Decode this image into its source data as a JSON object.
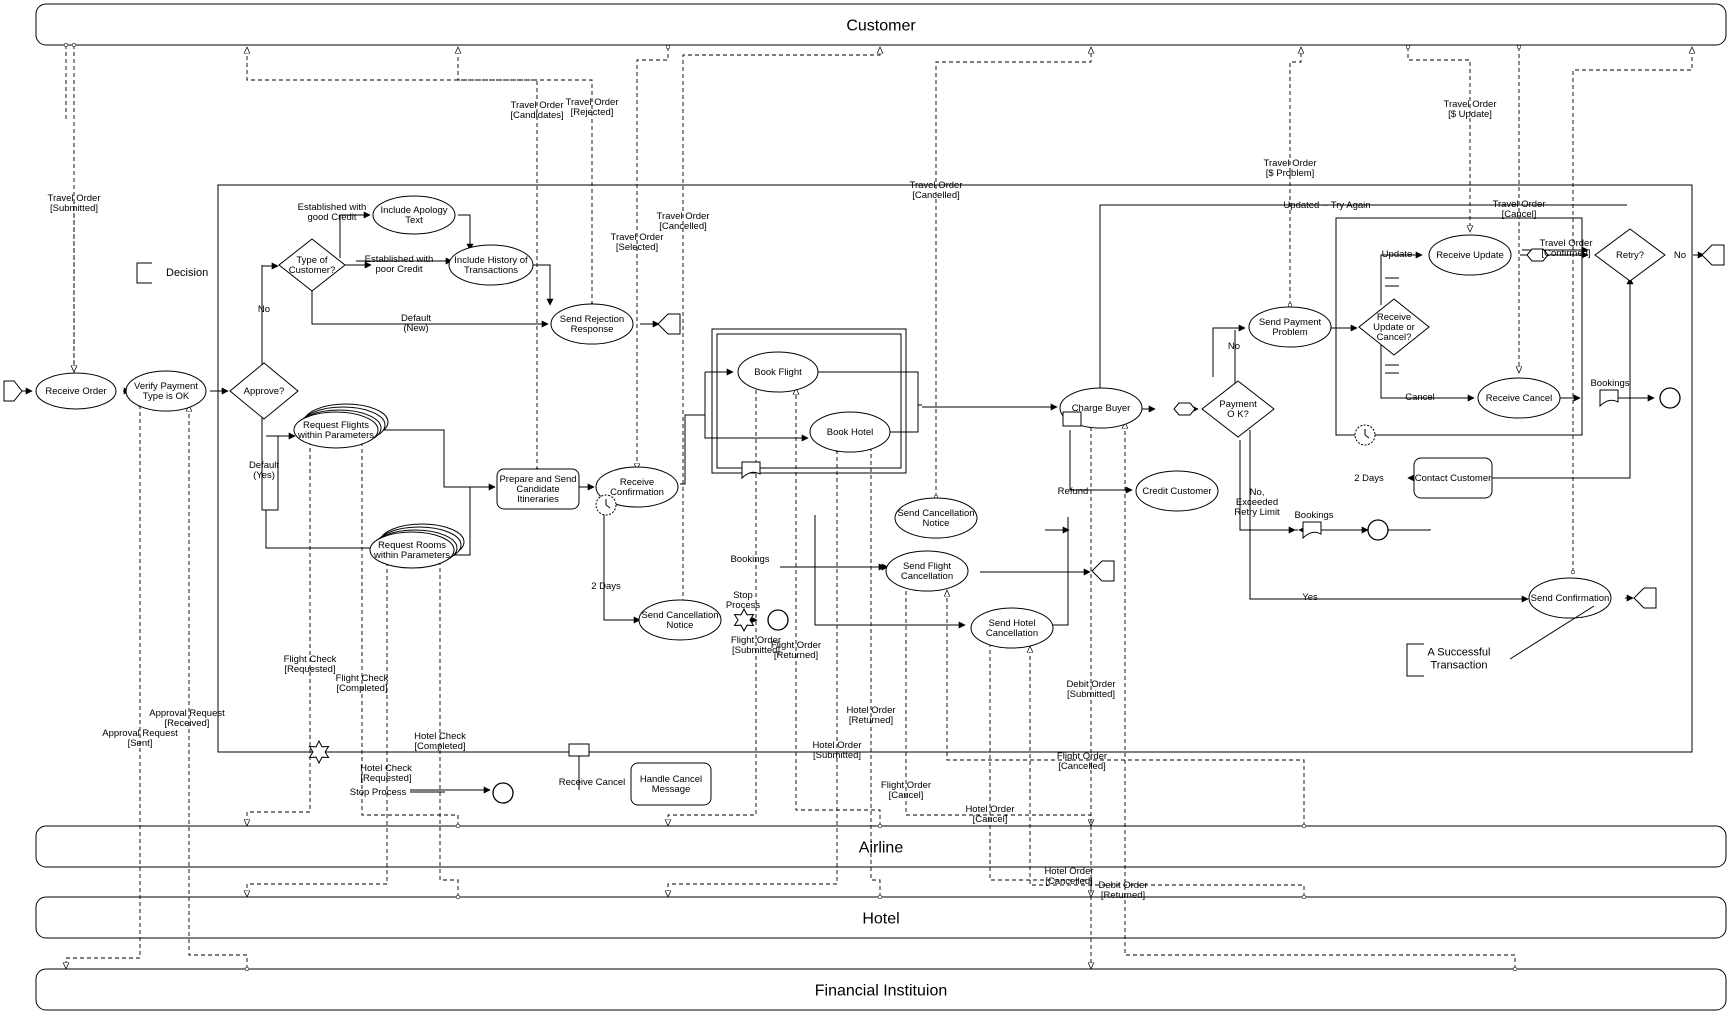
{
  "pools": {
    "customer": "Customer",
    "airline": "Airline",
    "hotel": "Hotel",
    "financial": "Financial Instituion"
  },
  "tasks": {
    "receive_order": [
      "Receive Order"
    ],
    "verify_payment": [
      "Verify Payment",
      "Type is OK"
    ],
    "include_apology": [
      "Include Apology",
      "Text"
    ],
    "include_history": [
      "Include History of",
      "Transactions"
    ],
    "send_rejection": [
      "Send Rejection",
      "Response"
    ],
    "request_flights": [
      "Request Flights",
      "within Parameters"
    ],
    "request_rooms": [
      "Request Rooms",
      "within Parameters"
    ],
    "prepare_send": [
      "Prepare and Send",
      "Candidate",
      "Itineraries"
    ],
    "receive_confirmation": [
      "Receive",
      "Confirmation"
    ],
    "send_cancellation_notice_1": [
      "Send Cancellation",
      "Notice"
    ],
    "book_flight": [
      "Book Flight"
    ],
    "book_hotel": [
      "Book Hotel"
    ],
    "send_cancellation_notice_2": [
      "Send Cancellation",
      "Notice"
    ],
    "send_flight_cancellation": [
      "Send Flight",
      "Cancellation"
    ],
    "send_hotel_cancellation": [
      "Send Hotel",
      "Cancellation"
    ],
    "charge_buyer": [
      "Charge Buyer"
    ],
    "credit_customer": [
      "Credit Customer"
    ],
    "send_payment_problem": [
      "Send Payment",
      "Problem"
    ],
    "receive_update": [
      "Receive Update"
    ],
    "receive_cancel": [
      "Receive Cancel"
    ],
    "contact_customer": [
      "Contact Customer"
    ],
    "send_confirmation": [
      "Send Confirmation"
    ],
    "handle_cancel": [
      "Handle Cancel",
      "Message"
    ]
  },
  "gateways": {
    "type_of_customer": [
      "Type of",
      "Customer?"
    ],
    "approve": [
      "Approve?"
    ],
    "payment_ok": [
      "Payment",
      "O K?"
    ],
    "receive_update_or_cancel": [
      "Receive",
      "Update or",
      "Cancel?"
    ],
    "retry": [
      "Retry?"
    ]
  },
  "labels": {
    "travel_order_submitted": [
      "Travel Order",
      "[Submitted]"
    ],
    "travel_order_candidates": [
      "Travel Order",
      "[Candidates]"
    ],
    "travel_order_rejected": [
      "Travel Order",
      "[Rejected]"
    ],
    "travel_order_selected": [
      "Travel Order",
      "[Selected]"
    ],
    "travel_order_cancelled_1": [
      "Travel Order",
      "[Cancelled]"
    ],
    "travel_order_cancelled_2": [
      "Travel Order",
      "[Cancelled]"
    ],
    "travel_order_problem": [
      "Travel Order",
      "[$ Problem]"
    ],
    "travel_order_update": [
      "Travel Order",
      "[$ Update]"
    ],
    "travel_order_cancel": [
      "Travel Order",
      "[Cancel]"
    ],
    "travel_order_confirmed": [
      "Travel Order",
      "[Confirmed]"
    ],
    "established_good": [
      "Established with",
      "good Credit"
    ],
    "established_poor": [
      "Established with",
      "poor Credit"
    ],
    "default_new": [
      "Default",
      "(New)"
    ],
    "default_yes": [
      "Default",
      "(Yes)"
    ],
    "no_1": [
      "No"
    ],
    "no_2": [
      "No"
    ],
    "no_3": [
      "No"
    ],
    "yes": [
      "Yes"
    ],
    "no_exceeded": [
      "No,",
      "Exceeded",
      "Retry Limit"
    ],
    "updated_try_again": [
      "Updated -- Try Again"
    ],
    "update": [
      "Update"
    ],
    "cancel": [
      "Cancel"
    ],
    "refund": [
      "Refund"
    ],
    "bookings_1": [
      "Bookings"
    ],
    "bookings_2": [
      "Bookings"
    ],
    "bookings_3": [
      "Bookings"
    ],
    "two_days_1": [
      "2 Days"
    ],
    "two_days_2": [
      "2 Days"
    ],
    "stop_process_1": [
      "Stop",
      "Process"
    ],
    "stop_process_2": [
      "Stop Process"
    ],
    "receive_cancel_event": [
      "Receive Cancel"
    ],
    "flight_check_requested": [
      "Flight Check",
      "[Requested]"
    ],
    "flight_check_completed": [
      "Flight Check",
      "[Completed]"
    ],
    "hotel_check_requested": [
      "Hotel Check",
      "[Requested]"
    ],
    "hotel_check_completed": [
      "Hotel Check",
      "[Completed]"
    ],
    "approval_request_received": [
      "Approval Request",
      "[Received]"
    ],
    "approval_request_sent": [
      "Approval Request",
      "[Sent]"
    ],
    "flight_order_submitted": [
      "Flight Order",
      "[Submitted]"
    ],
    "flight_order_returned": [
      "Flight Order",
      "[Returned]"
    ],
    "hotel_order_submitted": [
      "Hotel Order",
      "[Submitted]"
    ],
    "hotel_order_returned": [
      "Hotel Order",
      "[Returned]"
    ],
    "flight_order_cancel": [
      "Flight Order",
      "[Cancel]"
    ],
    "hotel_order_cancel": [
      "Hotel Order",
      "[Cancel]"
    ],
    "flight_order_cancelled": [
      "Flight Order",
      "[Cancelled]"
    ],
    "hotel_order_cancelled": [
      "Hotel Order",
      "[Cancelled]"
    ],
    "debit_order_submitted": [
      "Debit Order",
      "[Submitted]"
    ],
    "debit_order_returned": [
      "Debit Order",
      "[Returned]"
    ]
  },
  "annotations": {
    "decision": [
      "Decision"
    ],
    "successful": [
      "A Successful",
      "Transaction"
    ]
  }
}
